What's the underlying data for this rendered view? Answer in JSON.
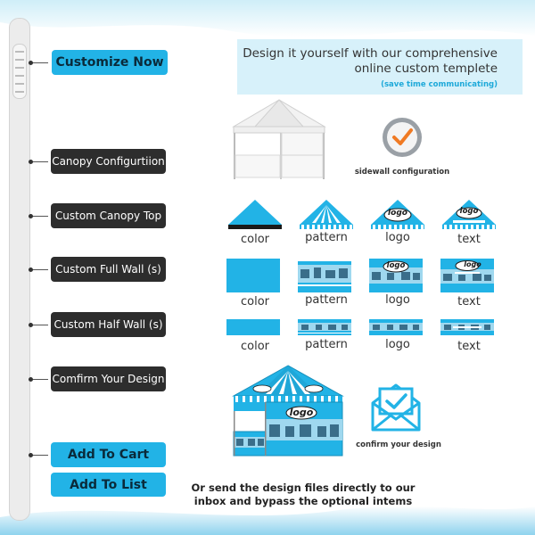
{
  "colors": {
    "accent": "#22b3e6",
    "dark_button": "#2d2d2d",
    "banner_bg": "#d7f1fa",
    "check": "#f07a23"
  },
  "banner": {
    "line1": "Design it yourself with our comprehensive",
    "line2": "online custom templete",
    "line3": "(save time communicating)"
  },
  "steps": {
    "customize_now": "Customize Now",
    "canopy_config": "Canopy Configurtiion",
    "custom_canopy_top": "Custom Canopy Top",
    "custom_full_wall": "Custom Full Wall (s)",
    "custom_half_wall": "Custom Half Wall (s)",
    "confirm_design": "Comfirm Your Design",
    "add_to_cart": "Add To Cart",
    "add_to_list": "Add To List"
  },
  "captions": {
    "sidewall": "sidewall configuration",
    "confirm": "confirm your design"
  },
  "options": {
    "top": [
      "color",
      "pattern",
      "logo",
      "text"
    ],
    "full_wall": [
      "color",
      "pattern",
      "logo",
      "text"
    ],
    "half_wall": [
      "color",
      "pattern",
      "logo",
      "text"
    ]
  },
  "logo_text": "logo",
  "footer": {
    "line1": "Or send the design files directly to our",
    "line2": "inbox and bypass the optional intems"
  },
  "icons": [
    "checkmark-circle-icon",
    "envelope-check-icon",
    "tent-icon"
  ]
}
